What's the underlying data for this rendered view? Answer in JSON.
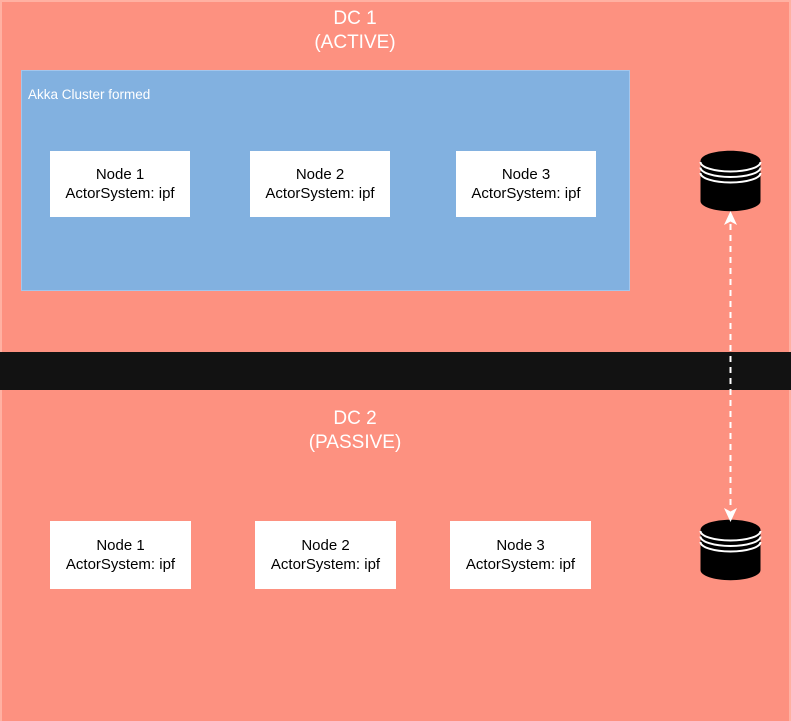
{
  "dc1": {
    "title_line1": "DC 1",
    "title_line2": "(ACTIVE)",
    "cluster_label": "Akka Cluster formed",
    "nodes": [
      {
        "name": "Node 1",
        "system": "ActorSystem: ipf"
      },
      {
        "name": "Node 2",
        "system": "ActorSystem: ipf"
      },
      {
        "name": "Node 3",
        "system": "ActorSystem: ipf"
      }
    ]
  },
  "dc2": {
    "title_line1": "DC 2",
    "title_line2": "(PASSIVE)",
    "nodes": [
      {
        "name": "Node 1",
        "system": "ActorSystem: ipf"
      },
      {
        "name": "Node 2",
        "system": "ActorSystem: ipf"
      },
      {
        "name": "Node 3",
        "system": "ActorSystem: ipf"
      }
    ]
  },
  "icons": {
    "top_database": "database-icon",
    "bottom_database": "database-icon",
    "replication_arrow": "dashed-double-headed-arrow"
  },
  "colors": {
    "region_fill": "#FD9180",
    "region_border": "#FFB1A2",
    "cluster_fill": "#82B1E0",
    "cluster_border": "#A3C6EC",
    "separator_band": "#121212",
    "node_fill": "#FFFFFF",
    "node_text": "#000000",
    "title_text": "#FFFFFF",
    "arrow": "#FFFFFF",
    "database_fill": "#000000",
    "database_lines": "#FFFFFF"
  }
}
